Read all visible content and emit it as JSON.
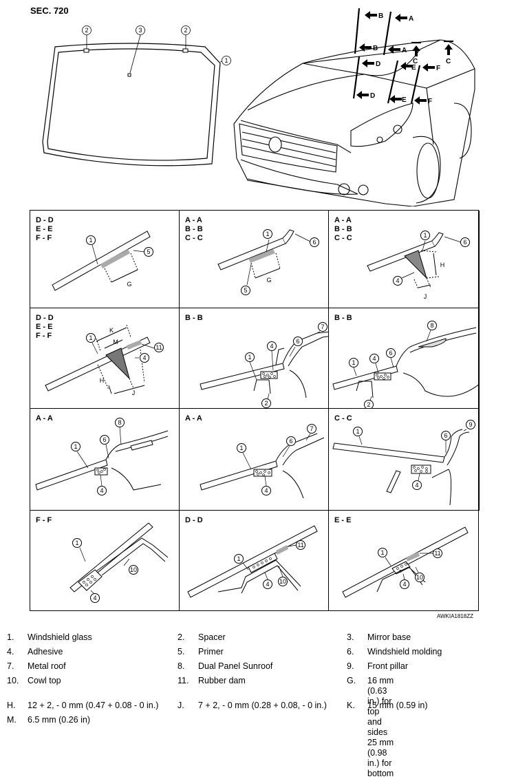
{
  "section": "SEC. 720",
  "figure_code": "AWKIA1818ZZ",
  "overview": {
    "windshield_callouts": [
      "2",
      "3",
      "2",
      "1"
    ],
    "car_section_marks": [
      "B",
      "A",
      "B",
      "A",
      "D",
      "E",
      "F",
      "D",
      "E",
      "F",
      "C",
      "C"
    ]
  },
  "cells": [
    {
      "label": "D - D\nE - E\nF - F",
      "callouts": [
        "1",
        "5"
      ],
      "dims": [
        "G"
      ]
    },
    {
      "label": "A - A\nB - B\nC - C",
      "callouts": [
        "1",
        "6",
        "5"
      ],
      "dims": [
        "G"
      ]
    },
    {
      "label": "A - A\nB - B\nC - C",
      "callouts": [
        "1",
        "6",
        "4"
      ],
      "dims": [
        "H",
        "J"
      ]
    },
    {
      "label": "D - D\nE - E\nF - F",
      "callouts": [
        "1",
        "11",
        "4"
      ],
      "dims": [
        "K",
        "M",
        "H",
        "J"
      ]
    },
    {
      "label": "B - B",
      "callouts": [
        "1",
        "4",
        "6",
        "7",
        "2"
      ],
      "dims": []
    },
    {
      "label": "B - B",
      "callouts": [
        "1",
        "4",
        "6",
        "8",
        "2"
      ],
      "dims": []
    },
    {
      "label": "A - A",
      "callouts": [
        "1",
        "6",
        "8",
        "4"
      ],
      "dims": []
    },
    {
      "label": "A - A",
      "callouts": [
        "1",
        "6",
        "7",
        "4"
      ],
      "dims": []
    },
    {
      "label": "C - C",
      "callouts": [
        "1",
        "6",
        "9",
        "4"
      ],
      "dims": []
    },
    {
      "label": "F - F",
      "callouts": [
        "1",
        "10",
        "4"
      ],
      "dims": []
    },
    {
      "label": "D - D",
      "callouts": [
        "1",
        "11",
        "4",
        "10"
      ],
      "dims": []
    },
    {
      "label": "E - E",
      "callouts": [
        "1",
        "11",
        "4",
        "10"
      ],
      "dims": []
    }
  ],
  "legend": [
    {
      "key": "1.",
      "text": "Windshield glass"
    },
    {
      "key": "2.",
      "text": "Spacer"
    },
    {
      "key": "3.",
      "text": "Mirror base"
    },
    {
      "key": "4.",
      "text": "Adhesive"
    },
    {
      "key": "5.",
      "text": "Primer"
    },
    {
      "key": "6.",
      "text": "Windshield molding"
    },
    {
      "key": "7.",
      "text": "Metal roof"
    },
    {
      "key": "8.",
      "text": "Dual Panel Sunroof"
    },
    {
      "key": "9.",
      "text": "Front pillar"
    },
    {
      "key": "10.",
      "text": "Cowl top"
    },
    {
      "key": "11.",
      "text": "Rubber dam"
    },
    {
      "key": "G.",
      "text": "16 mm (0.63 in.) for top and sides\n25 mm (0.98 in.) for bottom"
    },
    {
      "key": "H.",
      "text": "12 + 2, - 0 mm (0.47 + 0.08 - 0 in.)"
    },
    {
      "key": "J.",
      "text": "7 + 2, - 0 mm (0.28 + 0.08, - 0 in.)"
    },
    {
      "key": "K.",
      "text": "15 mm (0.59 in)"
    },
    {
      "key": "M.",
      "text": "6.5 mm (0.26 in)"
    }
  ]
}
